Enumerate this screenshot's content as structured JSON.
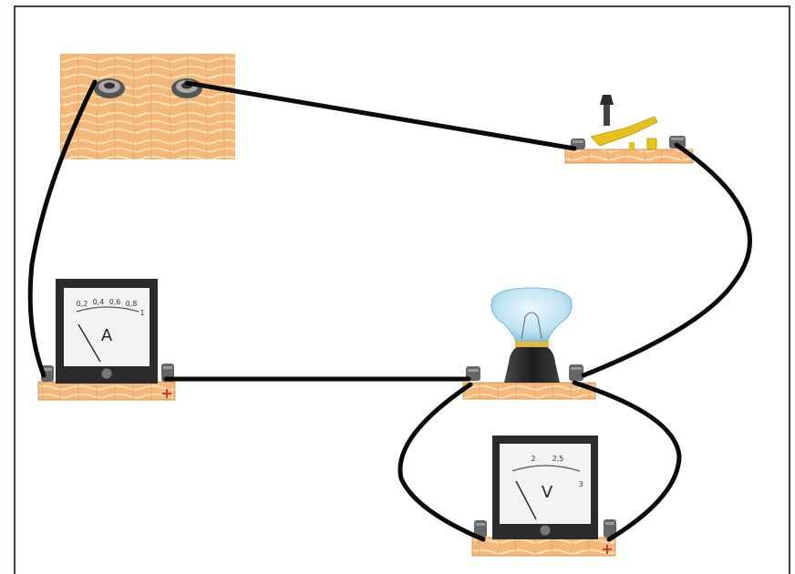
{
  "ammeter": {
    "symbol": "A",
    "scale_labels": [
      "0,2",
      "0,4",
      "0,6",
      "0,8"
    ],
    "end_label": "1",
    "polarity_label": "+"
  },
  "voltmeter": {
    "symbol": "V",
    "scale_labels": [
      "2",
      "2,5",
      "3"
    ],
    "polarity_label": "+"
  },
  "colors": {
    "wire": "#0a0a0a",
    "wood": "#f3b87a",
    "wood_grain": "#fbe0b8",
    "meter_case": "#2b2b2b",
    "meter_face": "#f2f4f2",
    "bulb_glass": "#bfe3f2",
    "bulb_base": "#2f2f2f",
    "switch_lever": "#e8c21a",
    "polarity_mark": "#c0392b"
  }
}
